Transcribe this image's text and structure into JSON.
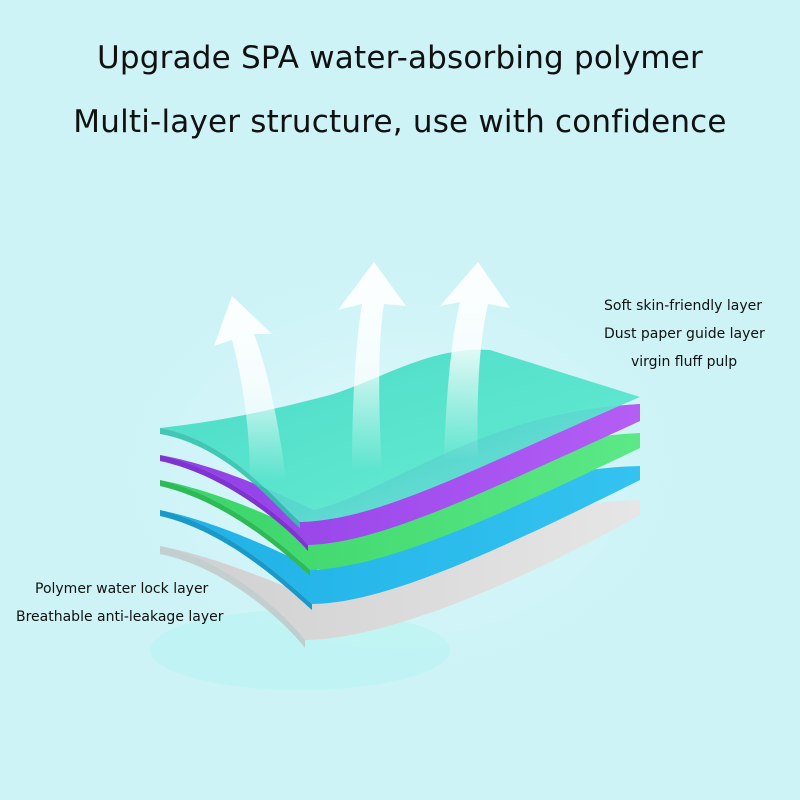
{
  "headline": {
    "line1": "Upgrade SPA water-absorbing polymer",
    "line2": "Multi-layer structure, use with confidence"
  },
  "layer_labels": {
    "soft_skin": "Soft skin-friendly layer",
    "dust_paper": "Dust paper guide layer",
    "fluff_pulp": "virgin fluff pulp",
    "polymer_lock": "Polymer water lock layer",
    "breathable": "Breathable anti-leakage layer"
  },
  "colors": {
    "background": "#cdf3f7",
    "layer_teal": "#4fe2c8",
    "layer_purple": "#a24ef0",
    "layer_green": "#4ee072",
    "layer_blue": "#25b9ea",
    "layer_gray": "#d6d6d6",
    "arrows": "#ffffff"
  },
  "icons": {
    "arrows": "upward-airflow-arrows"
  }
}
